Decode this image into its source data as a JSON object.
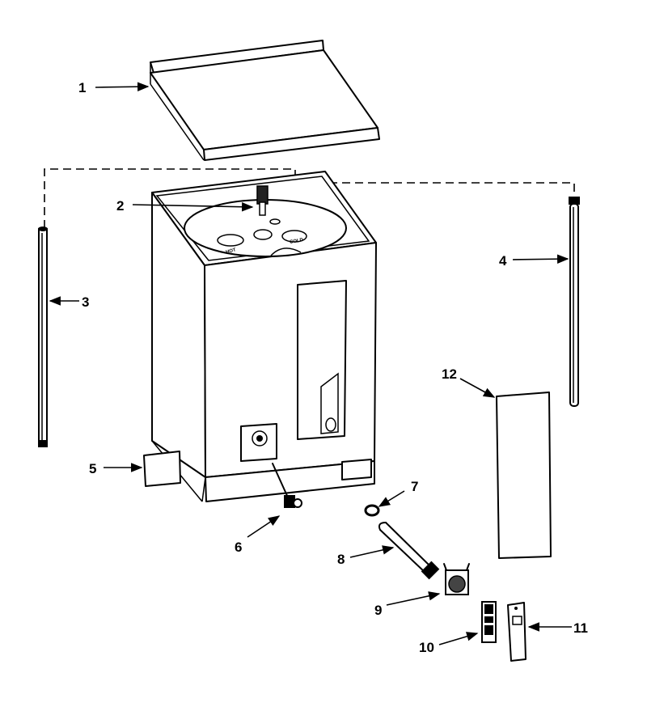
{
  "diagram": {
    "type": "exploded-parts-view",
    "fitting_labels": {
      "hot": "HOT",
      "cold": "COLD"
    },
    "callouts": [
      {
        "id": "1",
        "label": "1"
      },
      {
        "id": "2",
        "label": "2"
      },
      {
        "id": "3",
        "label": "3"
      },
      {
        "id": "4",
        "label": "4"
      },
      {
        "id": "5",
        "label": "5"
      },
      {
        "id": "6",
        "label": "6"
      },
      {
        "id": "7",
        "label": "7"
      },
      {
        "id": "8",
        "label": "8"
      },
      {
        "id": "9",
        "label": "9"
      },
      {
        "id": "10",
        "label": "10"
      },
      {
        "id": "11",
        "label": "11"
      },
      {
        "id": "12",
        "label": "12"
      }
    ]
  }
}
